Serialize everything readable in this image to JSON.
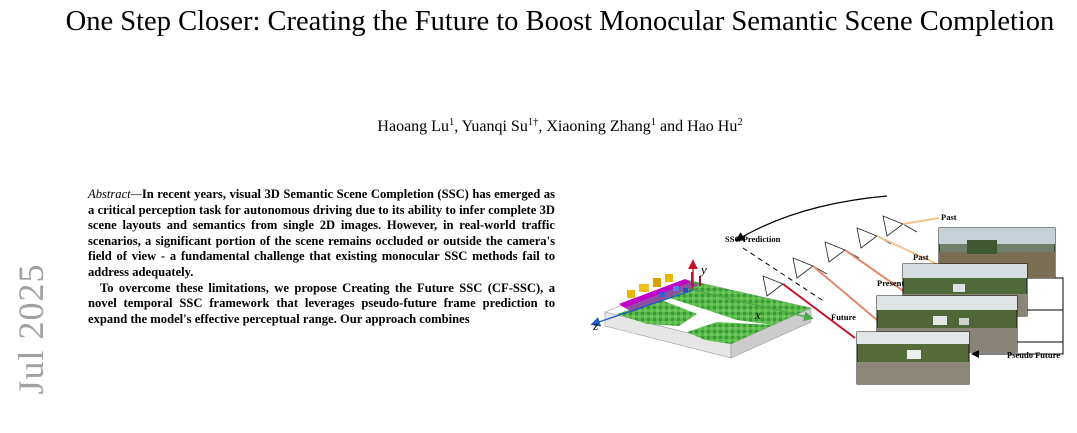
{
  "paper": {
    "title": "One Step Closer: Creating the Future to Boost Monocular Semantic Scene Completion",
    "authors": [
      {
        "name": "Haoang Lu",
        "mark": "1",
        "sep": ", "
      },
      {
        "name": "Yuanqi Su",
        "mark": "1†",
        "sep": ", "
      },
      {
        "name": "Xiaoning Zhang",
        "mark": "1",
        "sep": " and "
      },
      {
        "name": "Hao Hu",
        "mark": "2",
        "sep": ""
      }
    ],
    "sidebar_date": "Jul 2025",
    "abstract": {
      "lead": "Abstract—",
      "para1": "In recent years, visual 3D Semantic Scene Completion (SSC) has emerged as a critical perception task for autonomous driving due to its ability to infer complete 3D scene layouts and semantics from single 2D images. However, in real-world traffic scenarios, a significant portion of the scene remains occluded or outside the camera's field of view - a fundamental challenge that existing monocular SSC methods fail to address adequately.",
      "para2": "To overcome these limitations, we propose Creating the Future SSC (CF-SSC), a novel temporal SSC framework that leverages pseudo-future frame prediction to expand the model's effective perceptual range. Our approach combines"
    }
  },
  "figure": {
    "labels": {
      "ssc_prediction": "SSC Prediction",
      "past_top": "Past",
      "past_mid": "Past",
      "present": "Present",
      "future": "Future",
      "pseudo_future": "Pseudo Future",
      "axis_x": "x",
      "axis_y": "y",
      "axis_z": "z"
    },
    "colors": {
      "camera_path_past": "#f2c48c",
      "camera_path_present": "#e3876a",
      "camera_path_future": "#c8102e",
      "vegetation": "#3fa33a",
      "road": "#c100c8",
      "axis_x": "#4aa84a",
      "axis_y": "#c8102e",
      "axis_z": "#1f5fbf"
    }
  }
}
